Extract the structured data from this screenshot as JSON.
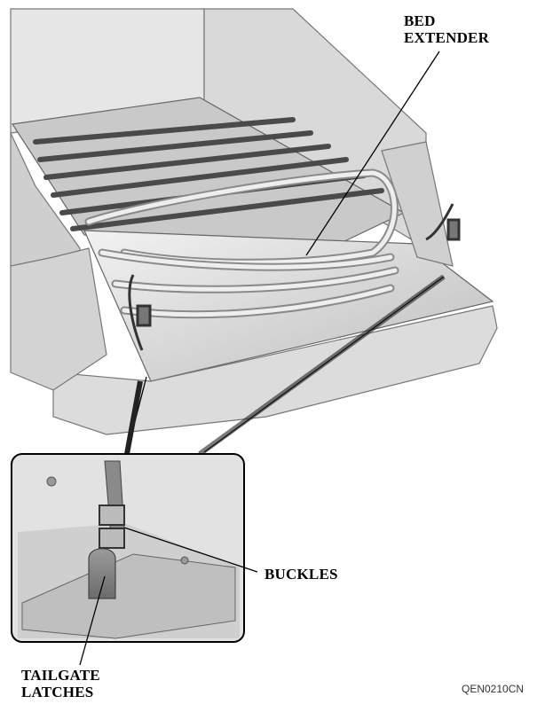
{
  "figure": {
    "labels": {
      "bed_extender": [
        "BED",
        "EXTENDER"
      ],
      "buckles": "BUCKLES",
      "tailgate_latches": [
        "TAILGATE",
        "LATCHES"
      ]
    },
    "figure_code": "QEN0210CN"
  }
}
